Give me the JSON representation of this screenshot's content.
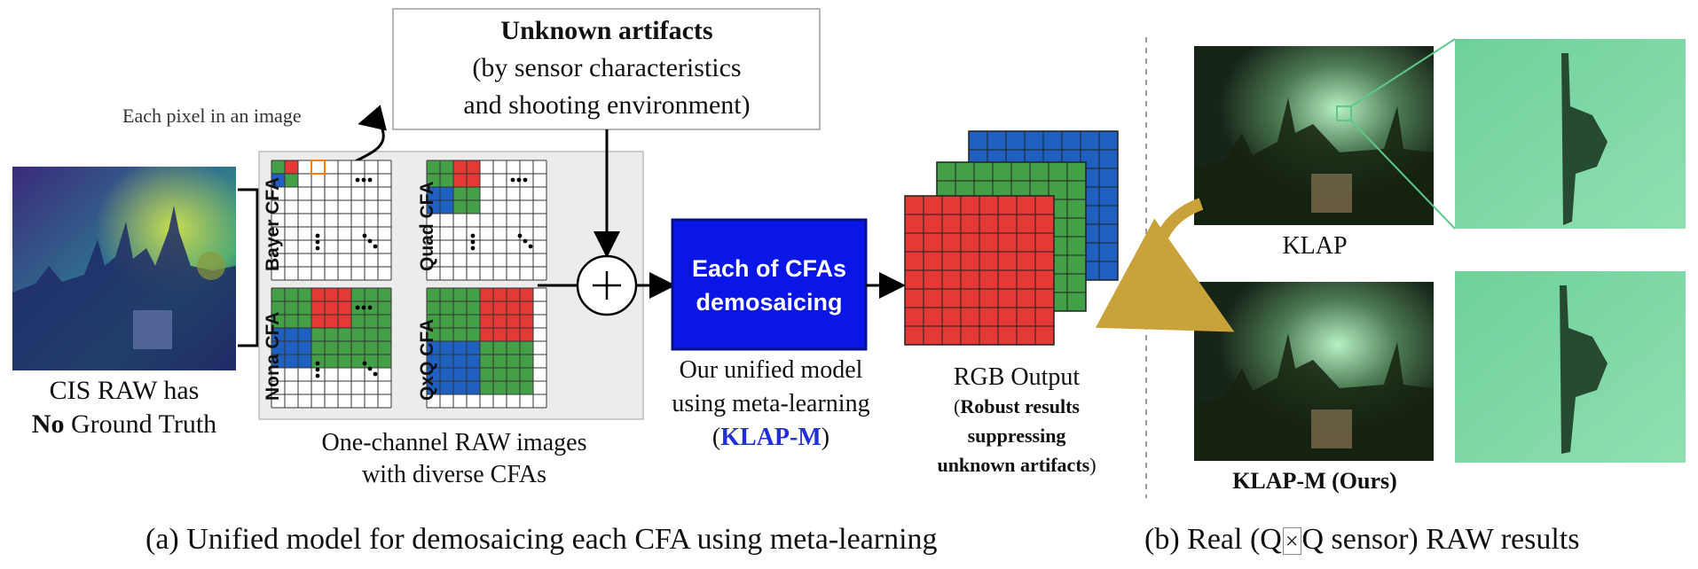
{
  "colors": {
    "red": "#e53935",
    "green": "#43a047",
    "blue": "#1e5fc0",
    "accent_box": "#0a16e6",
    "grid_line": "#333333",
    "panel_bg": "#ececec",
    "arrow_gold": "#c9a23a",
    "zoom_green": "#7ad3a2"
  },
  "left": {
    "raw_caption_line1": "CIS RAW has",
    "raw_caption_bold": "No",
    "raw_caption_rest": " Ground Truth"
  },
  "artifacts": {
    "title": "Unknown artifacts",
    "line2": "(by sensor characteristics",
    "line3": "and shooting environment)"
  },
  "pixel_note": "Each pixel in an image",
  "cfa_labels": [
    "Bayer CFA",
    "Quad CFA",
    "Nona CFA",
    "QxQ CFA"
  ],
  "cfa_caption": {
    "line1": "One-channel RAW images",
    "line2": "with diverse CFAs"
  },
  "model_box": {
    "line1": "Each of CFAs",
    "line2": "demosaicing"
  },
  "model_caption": {
    "line1": "Our unified model",
    "line2": "using meta-learning",
    "paren_open": "(",
    "name": "KLAP-M",
    "paren_close": ")"
  },
  "rgb_output": {
    "title": "RGB Output",
    "paren_open": "(",
    "bold1": "Robust results",
    "bold2": "suppressing",
    "bold3": "unknown artifacts",
    "paren_close": ")"
  },
  "right_panel": {
    "label_top": "KLAP",
    "label_bottom": "KLAP-M (Ours)"
  },
  "captions": {
    "a": "(a) Unified model for demosaicing each CFA using meta-learning",
    "b_prefix": "(b)  Real (Q",
    "b_cross": "×",
    "b_suffix": "Q sensor) RAW results"
  }
}
